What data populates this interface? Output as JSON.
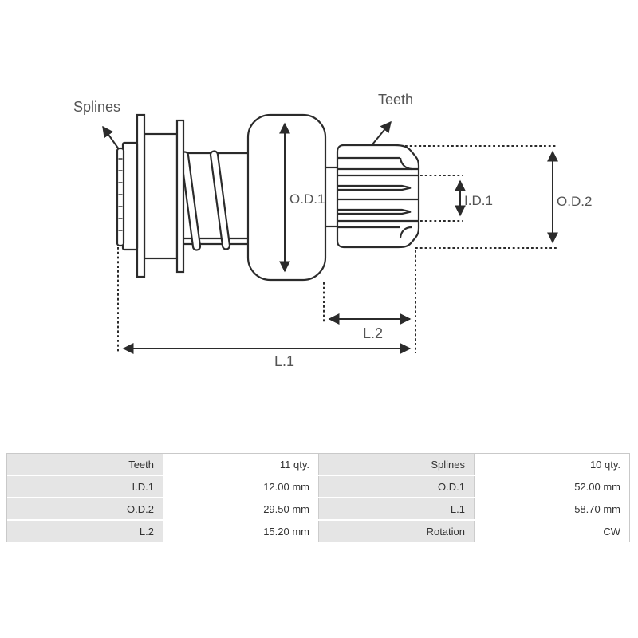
{
  "diagram": {
    "callouts": {
      "splines": "Splines",
      "teeth": "Teeth"
    },
    "dimensions": {
      "od1": "O.D.1",
      "id1": "I.D.1",
      "od2": "O.D.2",
      "l2": "L.2",
      "l1": "L.1"
    },
    "line_color": "#2b2b2b",
    "label_color": "#545454"
  },
  "spec_table": {
    "rows": [
      {
        "label_left": "Teeth",
        "value_left": "11 qty.",
        "label_right": "Splines",
        "value_right": "10 qty."
      },
      {
        "label_left": "I.D.1",
        "value_left": "12.00 mm",
        "label_right": "O.D.1",
        "value_right": "52.00 mm"
      },
      {
        "label_left": "O.D.2",
        "value_left": "29.50 mm",
        "label_right": "L.1",
        "value_right": "58.70 mm"
      },
      {
        "label_left": "L.2",
        "value_left": "15.20 mm",
        "label_right": "Rotation",
        "value_right": "CW"
      }
    ],
    "label_bg": "#e5e5e5",
    "value_bg": "#ffffff",
    "border_color": "#c9c9c9"
  }
}
